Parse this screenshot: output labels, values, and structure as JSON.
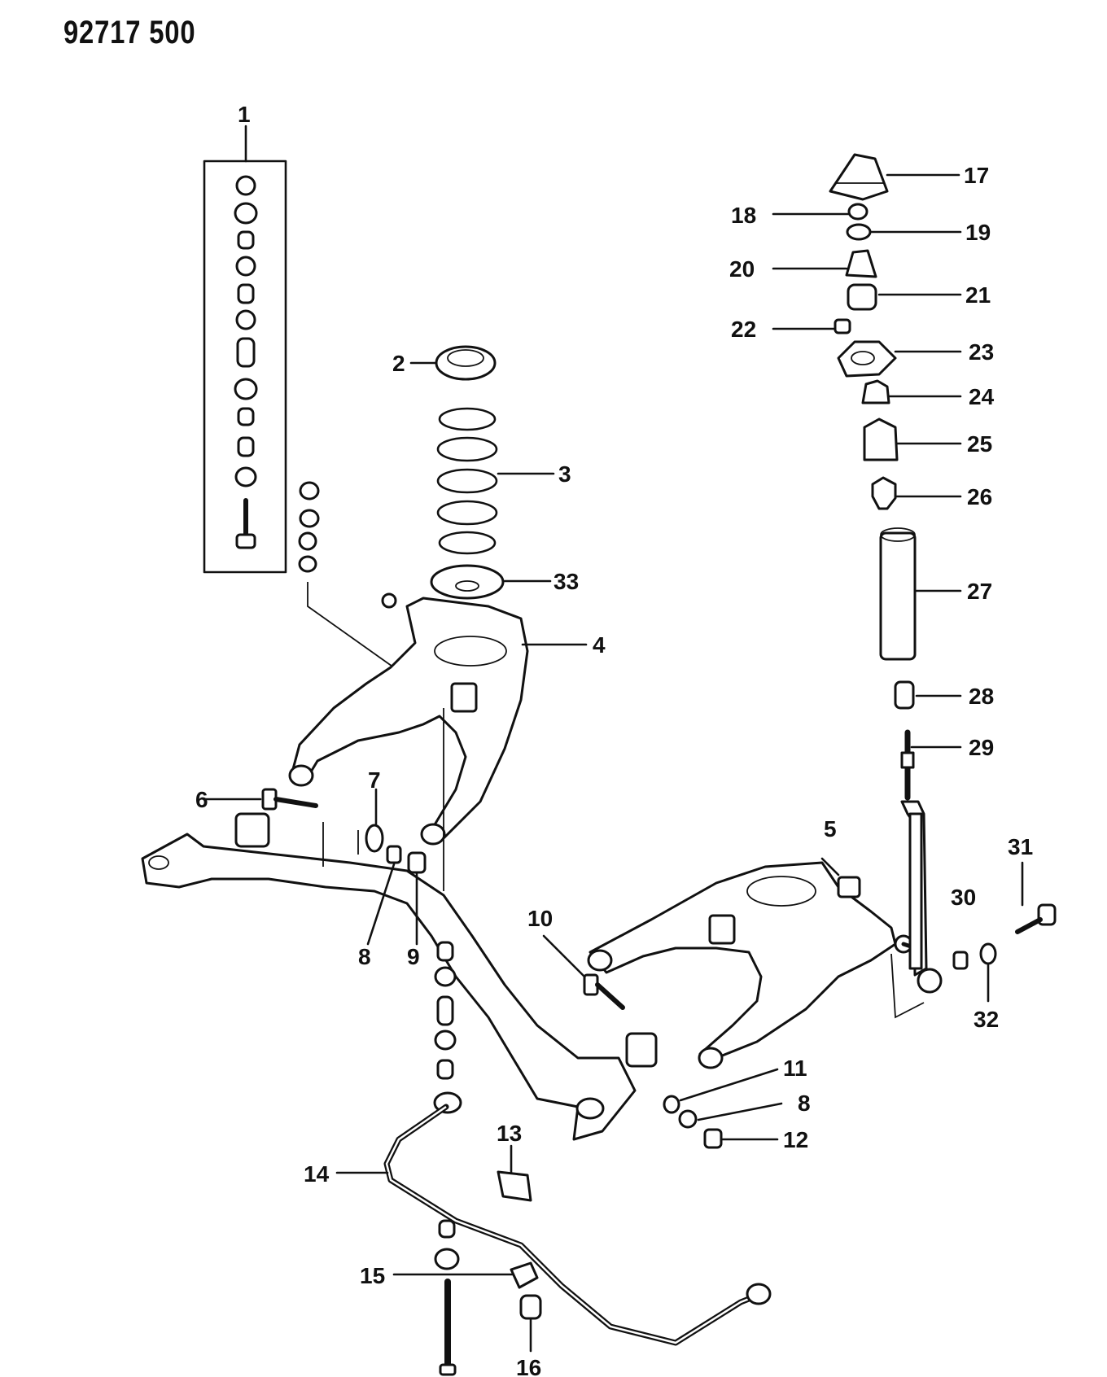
{
  "document": {
    "id": "92717 500"
  },
  "callouts": [
    {
      "number": "1"
    },
    {
      "number": "2"
    },
    {
      "number": "3"
    },
    {
      "number": "4"
    },
    {
      "number": "5"
    },
    {
      "number": "6"
    },
    {
      "number": "7"
    },
    {
      "number": "8"
    },
    {
      "number": "9"
    },
    {
      "number": "10"
    },
    {
      "number": "11"
    },
    {
      "number": "8"
    },
    {
      "number": "12"
    },
    {
      "number": "13"
    },
    {
      "number": "14"
    },
    {
      "number": "15"
    },
    {
      "number": "16"
    },
    {
      "number": "17"
    },
    {
      "number": "18"
    },
    {
      "number": "19"
    },
    {
      "number": "20"
    },
    {
      "number": "21"
    },
    {
      "number": "22"
    },
    {
      "number": "23"
    },
    {
      "number": "24"
    },
    {
      "number": "25"
    },
    {
      "number": "26"
    },
    {
      "number": "27"
    },
    {
      "number": "28"
    },
    {
      "number": "29"
    },
    {
      "number": "30"
    },
    {
      "number": "31"
    },
    {
      "number": "32"
    },
    {
      "number": "33"
    }
  ]
}
